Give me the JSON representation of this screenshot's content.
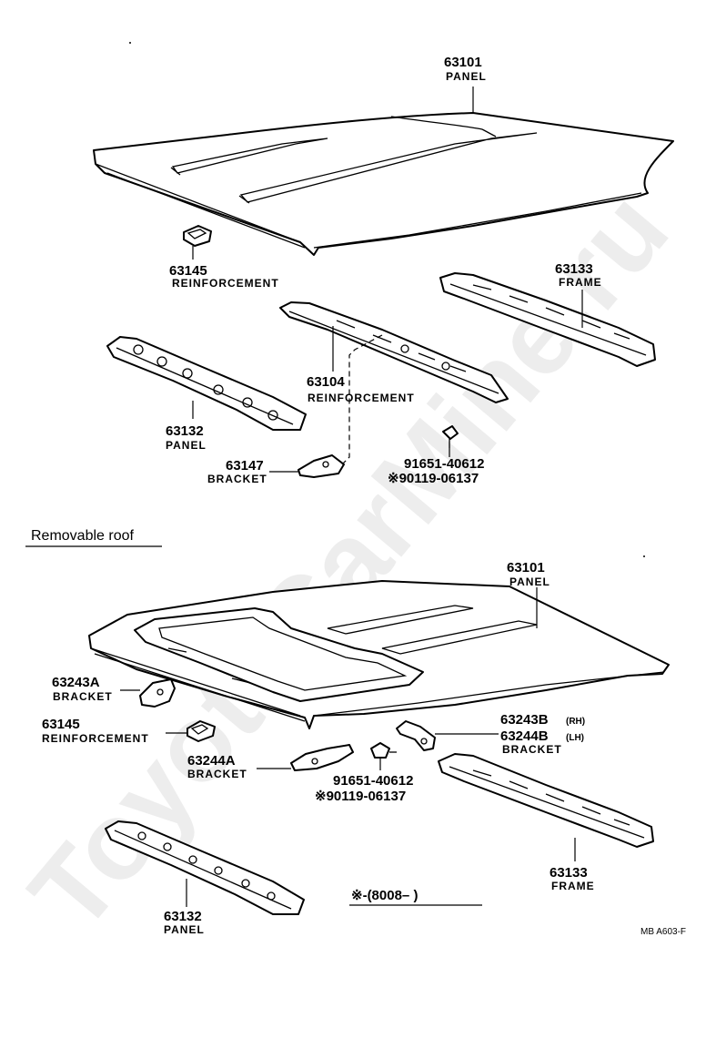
{
  "watermark": "ToyotaCarMine.ru",
  "top_section": {
    "panel": {
      "number": "63101",
      "name": "PANEL"
    },
    "reinforcement_small": {
      "number": "63145",
      "name": "REINFORCEMENT"
    },
    "frame": {
      "number": "63133",
      "name": "FRAME"
    },
    "reinforcement_center": {
      "number": "63104",
      "name": "REINFORCEMENT"
    },
    "panel_front": {
      "number": "63132",
      "name": "PANEL"
    },
    "bracket": {
      "number": "63147",
      "name": "BRACKET"
    },
    "screw_1": "91651-40612",
    "screw_2": "※90119-06137"
  },
  "removable_section": {
    "heading": "Removable roof",
    "panel": {
      "number": "63101",
      "name": "PANEL"
    },
    "bracket_a": {
      "number": "63243A",
      "name": "BRACKET"
    },
    "reinforcement": {
      "number": "63145",
      "name": "REINFORCEMENT"
    },
    "bracket_b_rh": {
      "number": "63243B",
      "side": "(RH)"
    },
    "bracket_b_lh": {
      "number": "63244B",
      "side": "(LH)"
    },
    "bracket_b_name": "BRACKET",
    "bracket_244a": {
      "number": "63244A",
      "name": "BRACKET"
    },
    "screw_1": "91651-40612",
    "screw_2": "※90119-06137",
    "frame": {
      "number": "63133",
      "name": "FRAME"
    },
    "panel_front": {
      "number": "63132",
      "name": "PANEL"
    },
    "footnote": "※-(8008–          )"
  },
  "drawing_code": "MB A603-F"
}
